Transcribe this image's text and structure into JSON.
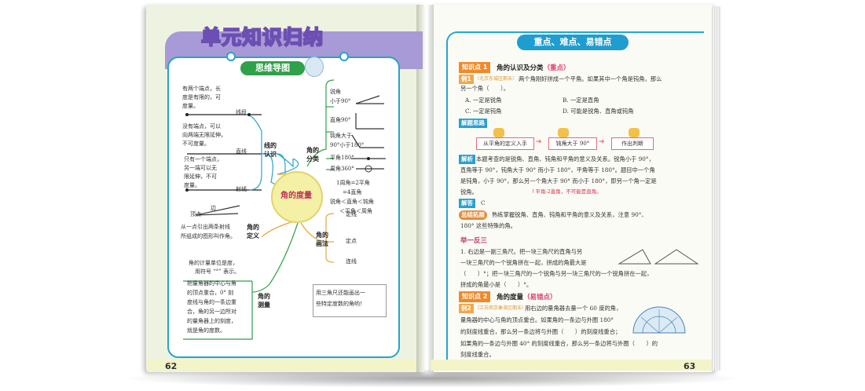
{
  "left_page": {
    "title": "单元知识归纳",
    "mindmap_label": "思维导图",
    "center": "角的度量",
    "branches": {
      "line_types": "线的认识",
      "angle_classes": "角的分类",
      "angle_def": "角的定义",
      "drawing": "角的画法",
      "measure": "角的测量"
    },
    "line_segment": {
      "desc": [
        "有两个端点，长",
        "度是有限的，可",
        "度量。"
      ],
      "label": "线段"
    },
    "line": {
      "desc": [
        "没有端点，可以",
        "向两端无限延伸，",
        "不可度量。"
      ],
      "label": "直线"
    },
    "ray": {
      "desc": [
        "只有一个端点，",
        "另一端可以无",
        "限延伸，不可",
        "度量。"
      ],
      "label": "射线"
    },
    "angle_def_text": {
      "vertex": "顶点",
      "side": "边",
      "desc": [
        "从一点引出两条射线",
        "所组成的图形叫作角。"
      ]
    },
    "classes": [
      {
        "name": "锐角",
        "desc": "小于90°"
      },
      {
        "name": "直角90°"
      },
      {
        "name": "钝角大于",
        "desc": "90°小于180°"
      },
      {
        "name": "平角180°"
      },
      {
        "name": "周角360°"
      }
    ],
    "relation": [
      "1周角=2平角",
      "=4直角",
      "锐角＜直角＜钝角",
      "＜平角＜周角"
    ],
    "drawing_items": [
      "定线",
      "定点",
      "连线"
    ],
    "measure_text": {
      "unit": [
        "角的计量单位是度，",
        "用符号 “°” 表示。"
      ],
      "protractor": [
        "把量角器的中心与角",
        "的顶点重合，0° 刻",
        "度线与角的一条边重",
        "合，角的另一边所对",
        "的量角器上的刻度，",
        "就是角的度数。"
      ]
    },
    "note": [
      "用三角尺还能画出一",
      "些特定度数的角哟！"
    ],
    "page_number": "62"
  },
  "right_page": {
    "header": "重点、难点、易错点",
    "kp1": {
      "label": "知识点 1",
      "title": "角的认识及分类",
      "tag": "（重点）"
    },
    "ex1": {
      "label": "例1",
      "source": "（北京东城区期末）",
      "question": [
        "两个角刚好拼成一个平角。如果其中一个角是钝角，那么",
        "另一个角（　　）。"
      ],
      "options": [
        "A. 一定是锐角",
        "B. 一定是直角",
        "C. 一定是钝角",
        "D. 可能是锐角、直角或钝角"
      ]
    },
    "thinking_label": "解题思路",
    "flow": [
      "从平角的定义入手",
      "钝角大于 90°",
      "作出判断"
    ],
    "analysis_label": "解析",
    "analysis": [
      "本题考查的是锐角、直角、钝角和平角的意义及关系。锐角小于 90°，",
      "直角等于 90°，钝角大于 90° 而小于 180°，平角等于 180°。题目中一个角",
      "是钝角，小于 90°，那么另一个角大于 90° 而小于 180°，即另一个角一定是",
      "锐角。"
    ],
    "analysis_note": "↑平角-2直角，不可能是直角。",
    "answer_label": "解答",
    "answer": "C",
    "summary_label": "总结拓展",
    "summary": [
      "熟练掌握锐角、直角、钝角和平角的意义及关系，注意 90°、",
      "180° 这些特殊的角。"
    ],
    "practice_label": "举一反三",
    "practice": [
      "1. 右边是一副三角尺。把一块三角尺的直角与另",
      "一块三角尺的一个锐角拼在一起，拼成的角最大是",
      "（　　）°；把一块三角尺的一个锐角与另一块三角尺的一个锐角拼在一起，",
      "拼成的角最小是（　　）°。"
    ],
    "kp2": {
      "label": "知识点 2",
      "title": "角的度量",
      "tag": "（易错点）"
    },
    "ex2": {
      "label": "例2",
      "source": "（江苏南京秦淮区期末）",
      "question": [
        "用右边的量角器去量一个 60 度的角，",
        "量角器的中心与角的顶点重合。如果角的一条边与外圈 180°",
        "的刻度线重合，那么另一条边将与外圈（　　）的刻度线重合；",
        "如果角的一条边与外圈 40° 的刻度线重合，那么另一条边将与外圈（　　）的",
        "刻度线重合。"
      ]
    },
    "page_number": "63"
  }
}
